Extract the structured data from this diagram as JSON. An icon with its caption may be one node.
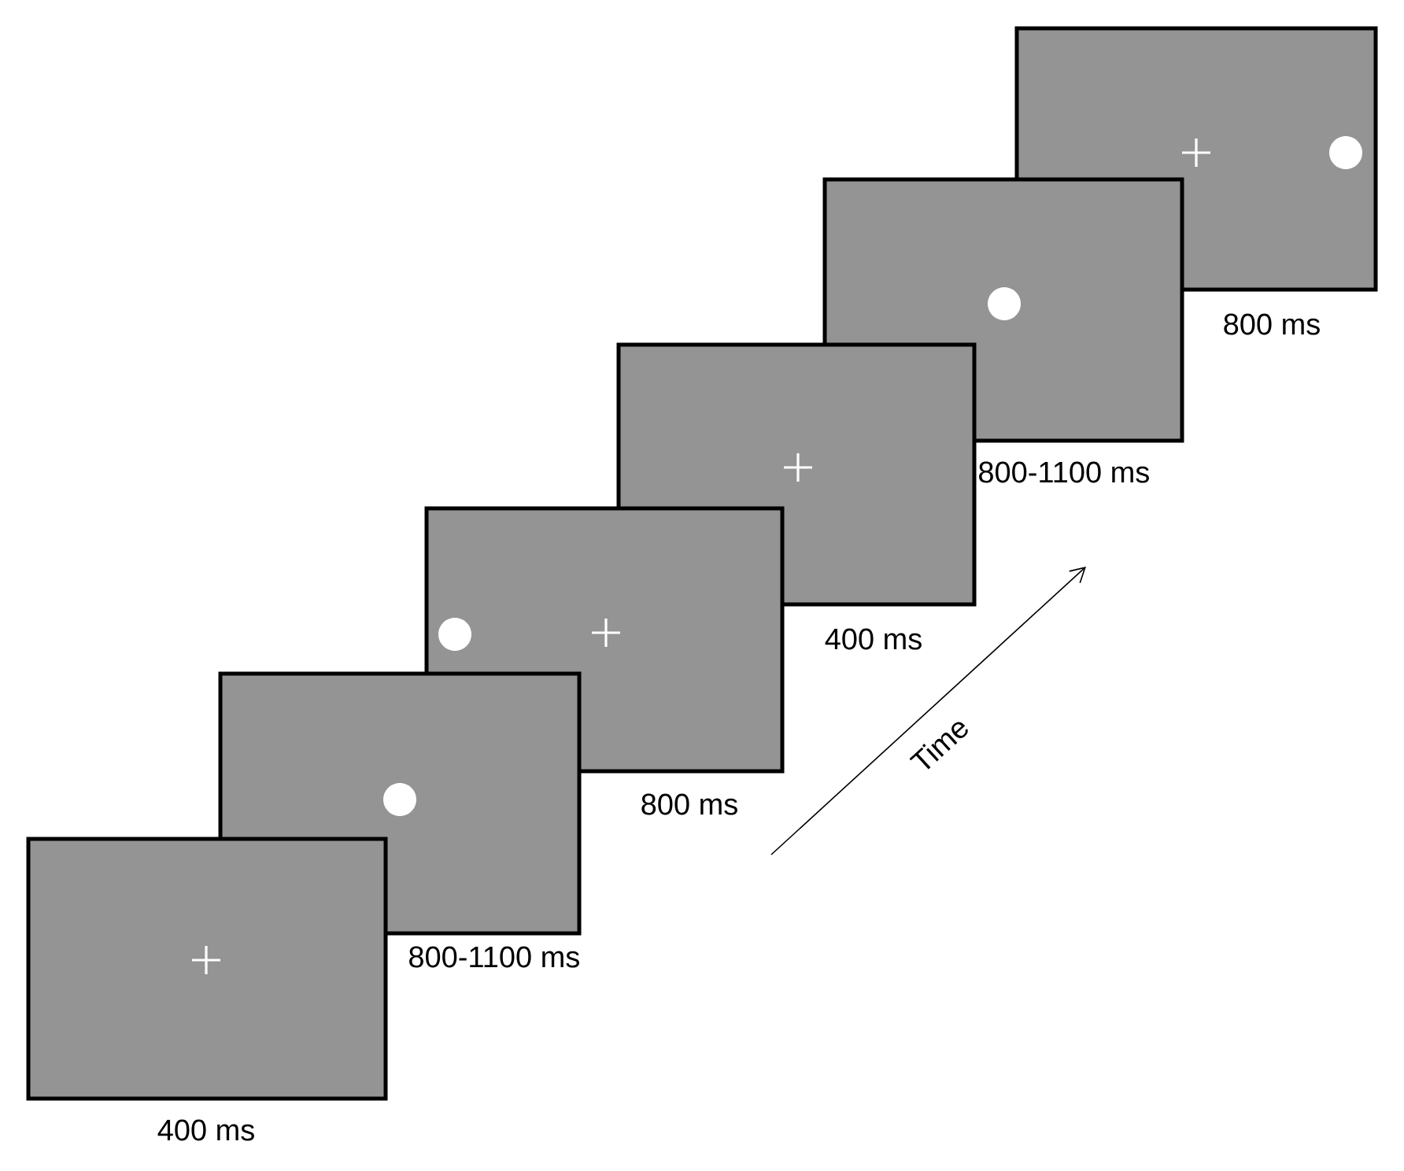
{
  "diagram": {
    "nodes": [
      {
        "text": [],
        "shape": "box",
        "beside": [
          "400 ms"
        ]
      },
      {
        "text": [],
        "shape": "box",
        "beside": [
          "800-1100 ms"
        ]
      },
      {
        "text": [],
        "shape": "box",
        "beside": [
          "800 ms"
        ]
      },
      {
        "text": [],
        "shape": "box",
        "beside": [
          "400 ms"
        ]
      },
      {
        "text": [],
        "shape": "box",
        "beside": [
          "800-1100 ms"
        ]
      },
      {
        "text": [],
        "shape": "box",
        "beside": [
          "800 ms"
        ]
      }
    ],
    "labels": [
      "Time"
    ]
  }
}
